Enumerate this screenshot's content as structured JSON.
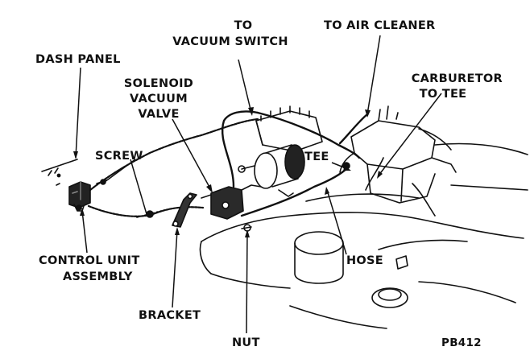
{
  "diagram": {
    "labels": {
      "dash_panel": "DASH PANEL",
      "to_vacuum_switch_line1": "TO",
      "to_vacuum_switch_line2": "VACUUM SWITCH",
      "to_air_cleaner": "TO AIR CLEANER",
      "solenoid_line1": "SOLENOID",
      "solenoid_line2": "VACUUM",
      "solenoid_line3": "VALVE",
      "carburetor_line1": "CARBURETOR",
      "carburetor_line2": "TO TEE",
      "screw": "SCREW",
      "tee": "TEE",
      "control_unit_line1": "CONTROL UNIT",
      "control_unit_line2": "ASSEMBLY",
      "hose": "HOSE",
      "bracket": "BRACKET",
      "nut": "NUT",
      "figure_code": "PB412"
    },
    "ink_color": "#111111",
    "paper_color": "#ffffff"
  }
}
